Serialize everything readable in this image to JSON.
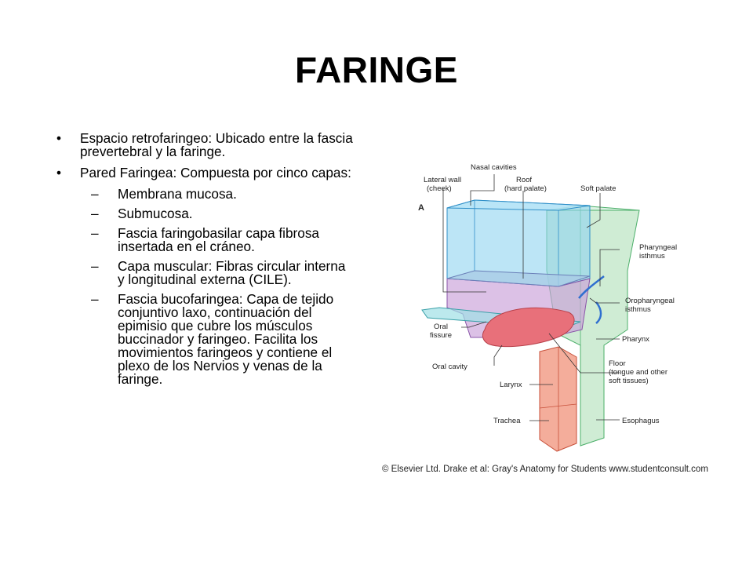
{
  "slide": {
    "title": "FARINGE",
    "bullets": [
      {
        "marker": "•",
        "text": "Espacio retrofaringeo: Ubicado entre la fascia prevertebral y la faringe."
      },
      {
        "marker": "•",
        "text": "Pared Faringea: Compuesta por cinco capas:"
      }
    ],
    "sub_bullets": [
      {
        "marker": "–",
        "text": "Membrana mucosa."
      },
      {
        "marker": "–",
        "text": "Submucosa."
      },
      {
        "marker": "–",
        "text": "Fascia faringobasilar capa fibrosa insertada en el cráneo."
      },
      {
        "marker": "–",
        "text": "Capa muscular: Fibras circular interna y longitudinal externa (CILE)."
      },
      {
        "marker": "–",
        "text": "Fascia bucofaringea: Capa de tejido conjuntivo laxo, continuación del epimisio que cubre los músculos buccinador y faringeo. Facilita los movimientos faringeos y contiene el plexo de los Nervios y venas de la faringe."
      }
    ]
  },
  "figure": {
    "panel_letter": "A",
    "labels": {
      "nasal_cavities": "Nasal cavities",
      "lateral_wall_1": "Lateral wall",
      "lateral_wall_2": "(cheek)",
      "roof_1": "Roof",
      "roof_2": "(hard palate)",
      "soft_palate": "Soft palate",
      "pharyngeal_isthmus_1": "Pharyngeal",
      "pharyngeal_isthmus_2": "isthmus",
      "oropharyngeal_isthmus_1": "Oropharyngeal",
      "oropharyngeal_isthmus_2": "isthmus",
      "oral_fissure_1": "Oral",
      "oral_fissure_2": "fissure",
      "pharynx": "Pharynx",
      "oral_cavity": "Oral cavity",
      "floor_1": "Floor",
      "floor_2": "(tongue and other",
      "floor_3": "soft tissues)",
      "larynx": "Larynx",
      "trachea": "Trachea",
      "esophagus": "Esophagus"
    },
    "credit": "© Elsevier Ltd. Drake et al: Gray's Anatomy for Students www.studentconsult.com",
    "colors": {
      "nasal": "#8fd3f0",
      "oral": "#c9a0d8",
      "pharynx": "#a8dcb0",
      "tongue": "#e8707a",
      "larynx": "#f08a70",
      "leader_lines": "#333333"
    }
  }
}
